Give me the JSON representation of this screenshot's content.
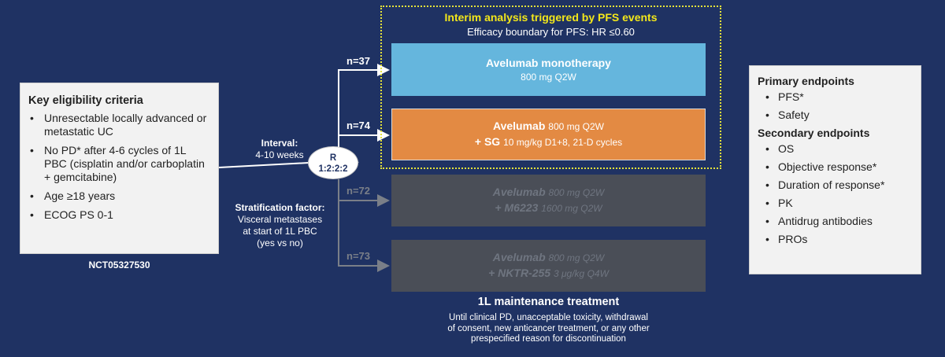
{
  "eligibility": {
    "heading": "Key eligibility criteria",
    "items": [
      "Unresectable locally advanced or metastatic UC",
      "No PD* after 4-6 cycles of 1L PBC (cisplatin and/or carboplatin + gemcitabine)",
      "Age ≥18 years",
      "ECOG PS 0-1"
    ],
    "trial_id": "NCT05327530"
  },
  "interval": {
    "label": "Interval:",
    "value": "4-10 weeks"
  },
  "randomization": {
    "letter": "R",
    "ratio": "1:2:2:2"
  },
  "stratification": {
    "label": "Stratification factor:",
    "line1": "Visceral metastases",
    "line2": "at start of 1L PBC",
    "line3": "(yes vs no)"
  },
  "interim": {
    "title": "Interim analysis triggered by PFS events",
    "subtitle": "Efficacy boundary for PFS: HR ≤0.60"
  },
  "arms": [
    {
      "n": "n=37",
      "drug": "Avelumab monotherapy",
      "dose": "800 mg Q2W",
      "color": "#65b6dd"
    },
    {
      "n": "n=74",
      "drug": "Avelumab",
      "dose": "800 mg Q2W",
      "combo_prefix": "+ ",
      "combo_drug": "SG",
      "combo_dose": "10 mg/kg D1+8, 21-D cycles",
      "color": "#e38a43"
    },
    {
      "n": "n=72",
      "drug": "Avelumab",
      "dose": "800 mg Q2W",
      "combo_prefix": "+ ",
      "combo_drug": "M6223",
      "combo_dose": "1600 mg Q2W",
      "color": "#4a4e57"
    },
    {
      "n": "n=73",
      "drug": "Avelumab",
      "dose": "800 mg Q2W",
      "combo_prefix": "+ ",
      "combo_drug": "NKTR-255",
      "combo_dose": "3 μg/kg Q4W",
      "color": "#4a4e57"
    }
  ],
  "maintenance": {
    "title": "1L maintenance treatment",
    "line1": "Until clinical PD, unacceptable toxicity, withdrawal",
    "line2": "of consent, new anticancer treatment, or any other",
    "line3": "prespecified reason for discontinuation"
  },
  "endpoints": {
    "primary_heading": "Primary endpoints",
    "primary": [
      "PFS*",
      "Safety"
    ],
    "secondary_heading": "Secondary endpoints",
    "secondary": [
      "OS",
      "Objective response*",
      "Duration of response*",
      "PK",
      "Antidrug antibodies",
      "PROs"
    ]
  },
  "colors": {
    "background": "#1f3263",
    "highlight": "#f3e71a",
    "dim_arm": "#4a4e57"
  }
}
